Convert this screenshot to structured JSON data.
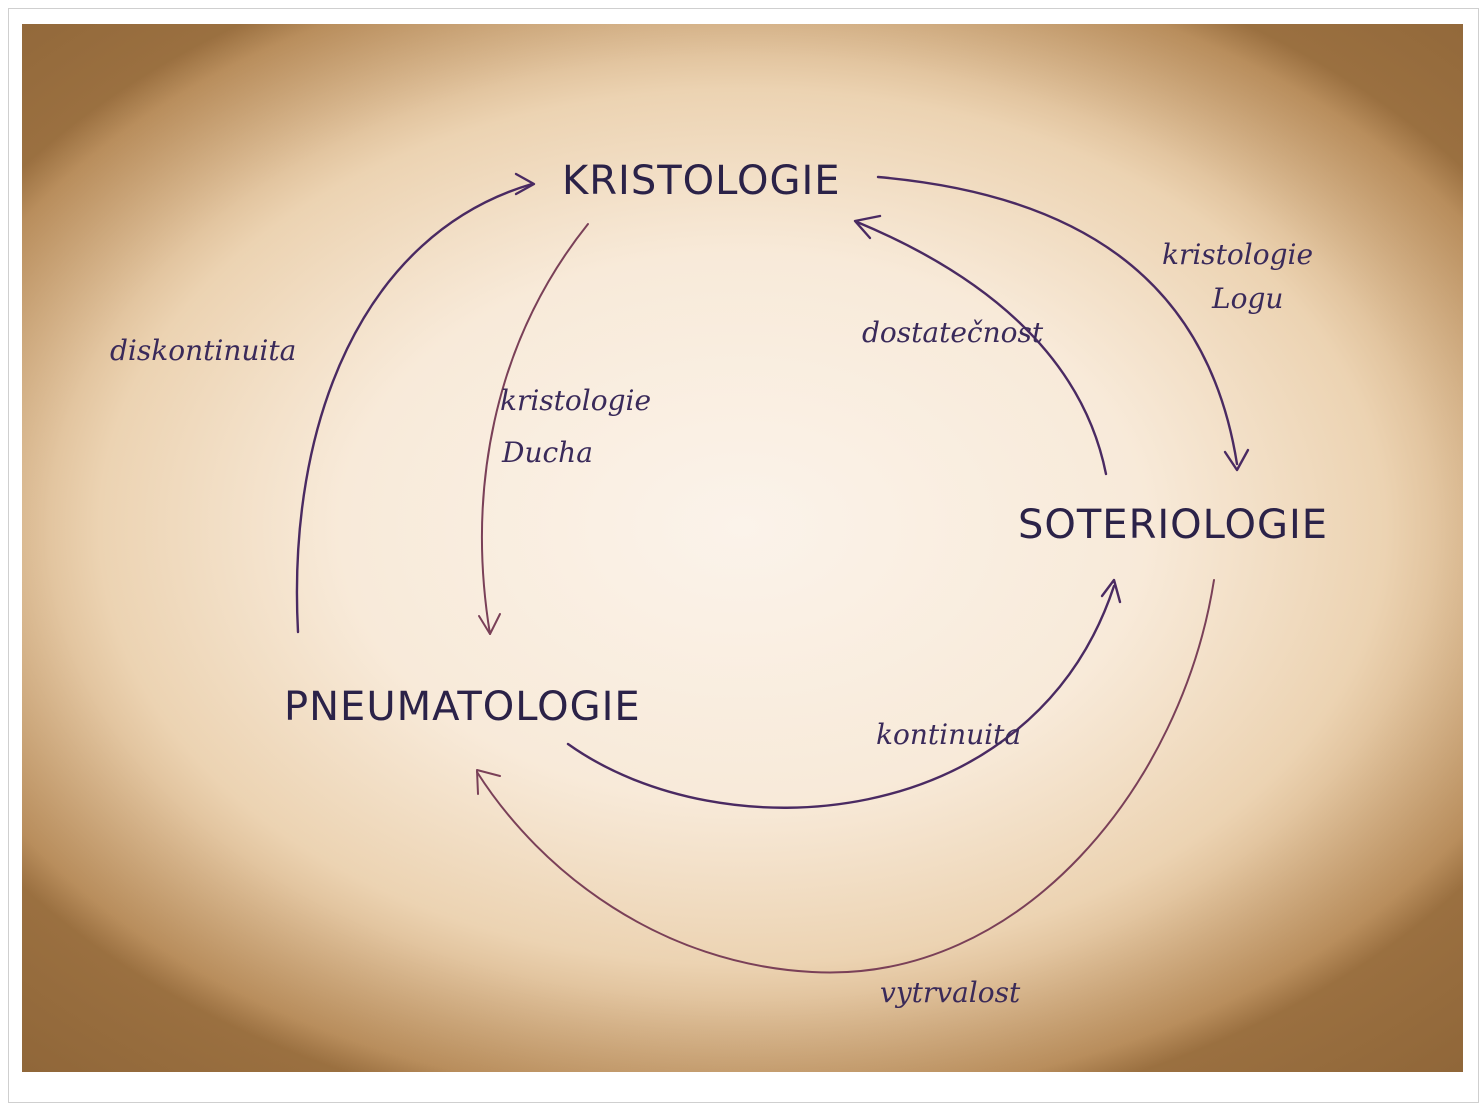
{
  "nodes": {
    "kristologie": "KRISTOLOGIE",
    "soteriologie": "SOTERIOLOGIE",
    "pneumatologie": "PNEUMATOLOGIE"
  },
  "edge_labels": {
    "kristologie_logu_line1": "kristologie",
    "kristologie_logu_line2": "Logu",
    "dostatecnost": "dostatečnost",
    "kristologie_ducha_line1": "kristologie",
    "kristologie_ducha_line2": "Ducha",
    "diskontinuita": "diskontinuita",
    "kontinuita": "kontinuita",
    "vytrvalost": "vytrvalost"
  },
  "colors": {
    "ink": "#2b2248",
    "arrow": "#4a2a62",
    "paper": "#f8ead9"
  }
}
